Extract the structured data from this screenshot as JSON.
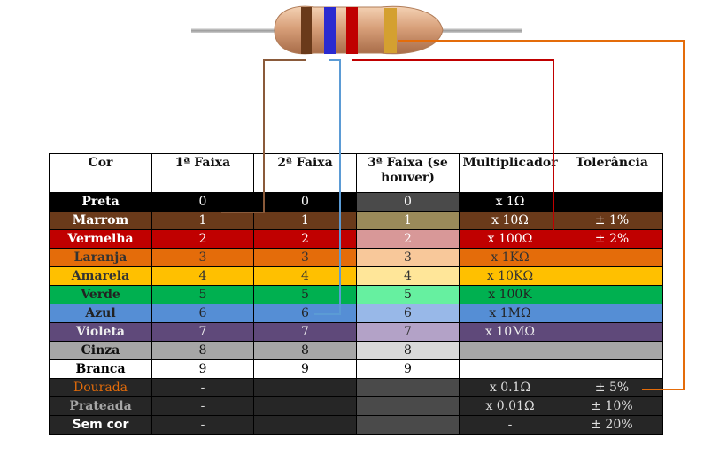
{
  "headers": [
    "Cor",
    "1ª Faixa",
    "2ª Faixa",
    "3ª Faixa (se houver)",
    "Multiplicador",
    "Tolerância"
  ],
  "rows": [
    {
      "cells": [
        "Preta",
        "0",
        "0",
        "0",
        "x 1Ω",
        ""
      ]
    },
    {
      "cells": [
        "Marrom",
        "1",
        "1",
        "1",
        "x 10Ω",
        "± 1%"
      ]
    },
    {
      "cells": [
        "Vermelha",
        "2",
        "2",
        "2",
        "x 100Ω",
        "± 2%"
      ]
    },
    {
      "cells": [
        "Laranja",
        "3",
        "3",
        "3",
        "x 1KΩ",
        ""
      ]
    },
    {
      "cells": [
        "Amarela",
        "4",
        "4",
        "4",
        "x 10KΩ",
        ""
      ]
    },
    {
      "cells": [
        "Verde",
        "5",
        "5",
        "5",
        "x 100K",
        ""
      ]
    },
    {
      "cells": [
        "Azul",
        "6",
        "6",
        "6",
        "x 1MΩ",
        ""
      ]
    },
    {
      "cells": [
        "Violeta",
        "7",
        "7",
        "7",
        "x 10MΩ",
        ""
      ]
    },
    {
      "cells": [
        "Cinza",
        "8",
        "8",
        "8",
        "",
        ""
      ]
    },
    {
      "cells": [
        "Branca",
        "9",
        "9",
        "9",
        "",
        ""
      ]
    },
    {
      "cells": [
        "Dourada",
        "-",
        "",
        "",
        "x 0.1Ω",
        "± 5%"
      ]
    },
    {
      "cells": [
        "Prateada",
        "-",
        "",
        "",
        "x 0.01Ω",
        "± 10%"
      ]
    },
    {
      "cells": [
        "Sem cor",
        "-",
        "",
        "",
        "-",
        "± 20%"
      ]
    }
  ],
  "resistor": {
    "body_color": "#d8a07a",
    "bands": [
      "#6a3a1a",
      "#2a2ad0",
      "#c00000",
      "#d4a030"
    ]
  },
  "leaders": {
    "first_band": "#8a5a3a",
    "second_band": "#5b9bd5",
    "multiplier": "#c00000",
    "tolerance": "#e46c0a"
  }
}
